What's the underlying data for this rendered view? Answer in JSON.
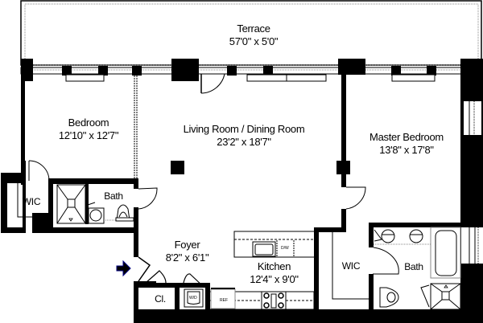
{
  "plan": {
    "rooms": [
      {
        "id": "terrace",
        "name": "Terrace",
        "dimensions": "57'0\" x 5'0\""
      },
      {
        "id": "bedroom",
        "name": "Bedroom",
        "dimensions": "12'10\" x 12'7\""
      },
      {
        "id": "living",
        "name": "Living Room / Dining Room",
        "dimensions": "23'2\" x 18'7\""
      },
      {
        "id": "master",
        "name": "Master Bedroom",
        "dimensions": "13'8\" x 17'8\""
      },
      {
        "id": "foyer",
        "name": "Foyer",
        "dimensions": "8'2\" x 6'1\""
      },
      {
        "id": "kitchen",
        "name": "Kitchen",
        "dimensions": "12'4\" x 9'0\""
      },
      {
        "id": "wic1",
        "name": "WIC",
        "dimensions": ""
      },
      {
        "id": "bath1",
        "name": "Bath",
        "dimensions": ""
      },
      {
        "id": "closet",
        "name": "Cl.",
        "dimensions": ""
      },
      {
        "id": "wic2",
        "name": "WIC",
        "dimensions": ""
      },
      {
        "id": "bath2",
        "name": "Bath",
        "dimensions": ""
      }
    ],
    "appliances": {
      "dishwasher": "D/W",
      "washer_dryer": "W/D",
      "refrigerator": "REF"
    },
    "entry_arrow_color": "#000080"
  }
}
